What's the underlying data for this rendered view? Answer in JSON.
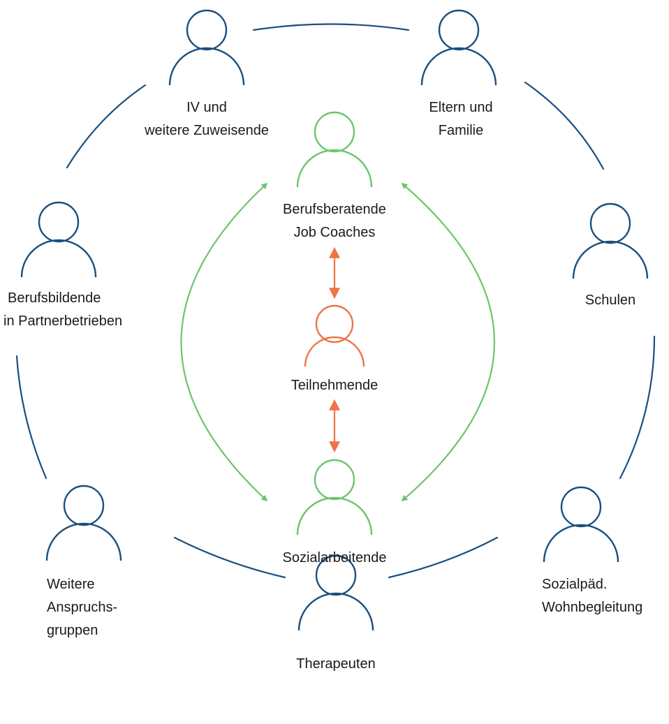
{
  "colors": {
    "outer": "#1b4f7e",
    "inner": "#6cc56b",
    "center": "#ee7446",
    "text": "#1a1a1a"
  },
  "nodes": {
    "iv": {
      "line1": "IV und",
      "line2": "weitere Zuweisende",
      "icon": "person-icon"
    },
    "eltern": {
      "line1": "Eltern und",
      "line2": "Familie",
      "icon": "person-icon"
    },
    "schulen": {
      "line1": "Schulen",
      "icon": "person-icon"
    },
    "sozialpaed": {
      "line1": "Sozialpäd.",
      "line2": "Wohnbegleitung",
      "icon": "person-icon"
    },
    "therapeuten": {
      "line1": "Therapeuten",
      "icon": "person-icon"
    },
    "weitere": {
      "line1": "Weitere",
      "line2": "Anspruchs-",
      "line3": "gruppen",
      "icon": "person-icon"
    },
    "berufsbildende": {
      "line1": "Berufsbildende",
      "line2": "in Partnerbetrieben",
      "icon": "person-icon"
    },
    "berufsberatende": {
      "line1": "Berufsberatende",
      "line2": "Job Coaches",
      "icon": "person-icon"
    },
    "teilnehmende": {
      "line1": "Teilnehmende",
      "icon": "person-icon"
    },
    "sozialarbeitende": {
      "line1": "Sozialarbeitende",
      "icon": "person-icon"
    }
  }
}
